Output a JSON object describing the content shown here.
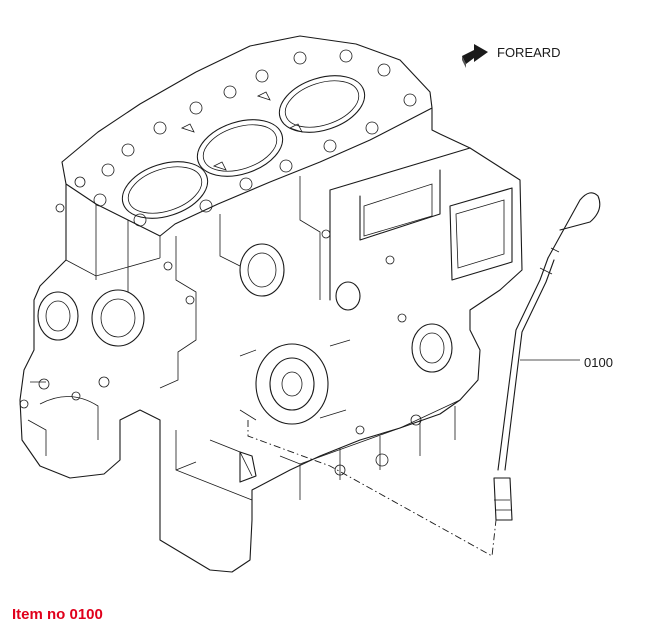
{
  "diagram": {
    "direction_label": "FOREARD",
    "part_callout": "0100"
  },
  "caption": {
    "text": "Item no 0100",
    "color": "#e0001b"
  },
  "icons": {
    "direction": "arrow-icon"
  }
}
